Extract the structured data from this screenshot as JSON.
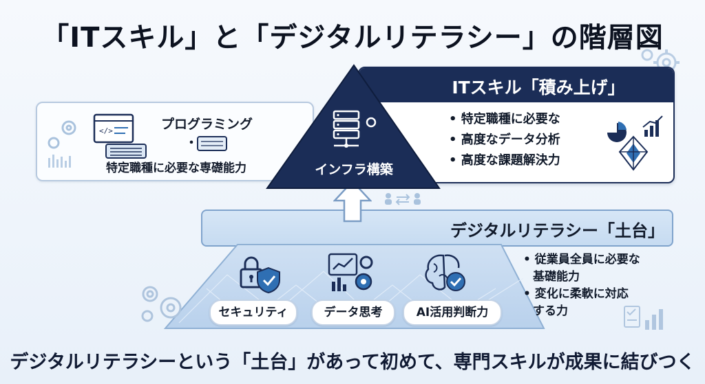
{
  "title": "「ITスキル」と「デジタルリテラシー」の階層図",
  "top_section": {
    "title": "ITスキル「積み上げ」",
    "apex_label": "インフラ構築",
    "left_panel": {
      "line1": "プログラミング",
      "dot": "・",
      "line2": "特定職種に必要な専礎能力"
    },
    "bullets": [
      "• 特定職種に必要な",
      "• 高度なデータ分析",
      "• 高度な課題解決力"
    ]
  },
  "base_section": {
    "title": "デジタルリテラシー「土台」",
    "items": [
      {
        "label": "セキュリティ",
        "icon": "lock-shield-icon"
      },
      {
        "label": "データ思考",
        "icon": "chart-gear-icon"
      },
      {
        "label": "AI活用判断力",
        "icon": "brain-check-icon"
      }
    ],
    "bullets": [
      "• 従業員全員に必要な",
      "基礎能力",
      "• 変化に柔軟に対応",
      "する力"
    ]
  },
  "bottom_caption": "デジタルリテラシーという「土台」があって初めて、専門スキルが成果に結びつく",
  "colors": {
    "navy": "#1b2d57",
    "light_blue": "#c6dbf1",
    "accent_blue": "#2f6fb3",
    "background": "#f2f6fb"
  }
}
